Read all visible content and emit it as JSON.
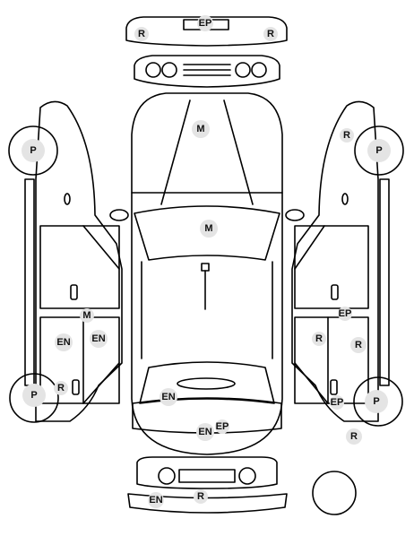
{
  "marks": [
    {
      "code": "EP"
    },
    {
      "code": "R"
    },
    {
      "code": "R"
    },
    {
      "code": "M"
    },
    {
      "code": "M"
    },
    {
      "code": "M"
    },
    {
      "code": "EN"
    },
    {
      "code": "EN"
    },
    {
      "code": "EN"
    },
    {
      "code": "EN"
    },
    {
      "code": "EP"
    },
    {
      "code": "EN"
    },
    {
      "code": "R"
    },
    {
      "code": "R"
    },
    {
      "code": "R"
    },
    {
      "code": "EP"
    },
    {
      "code": "R"
    },
    {
      "code": "R"
    },
    {
      "code": "EP"
    },
    {
      "code": "R"
    },
    {
      "code": "P"
    },
    {
      "code": "P"
    },
    {
      "code": "P"
    },
    {
      "code": "P"
    }
  ]
}
